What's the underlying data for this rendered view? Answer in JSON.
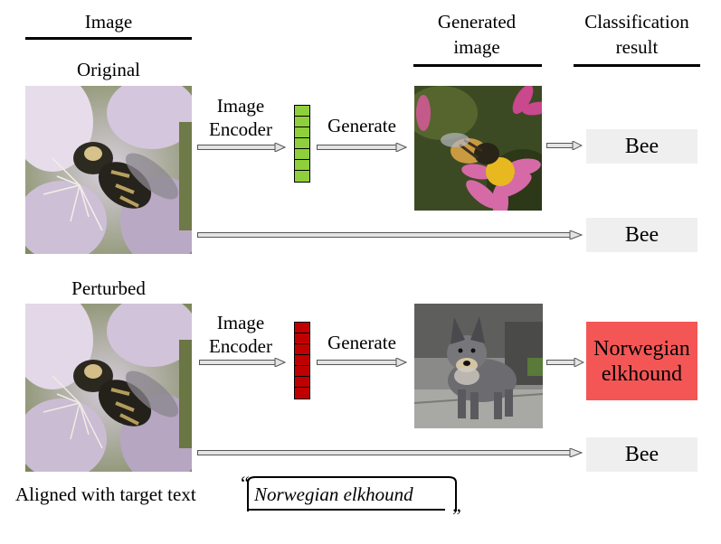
{
  "headers": {
    "image": "Image",
    "generated": [
      "Generated",
      "image"
    ],
    "classification": [
      "Classification",
      "result"
    ]
  },
  "rows": {
    "original": {
      "label": "Original",
      "encoder_label": [
        "Image",
        "Encoder"
      ],
      "generate_label": "Generate",
      "encoder_color": "#8fcf3c",
      "result_generated": "Bee",
      "result_direct": "Bee"
    },
    "perturbed": {
      "label": "Perturbed",
      "encoder_label": [
        "Image",
        "Encoder"
      ],
      "generate_label": "Generate",
      "encoder_color": "#c00000",
      "result_generated": [
        "Norwegian",
        "elkhound"
      ],
      "result_generated_color": "#f45656",
      "result_direct": "Bee"
    }
  },
  "footer": {
    "prefix": "Aligned with target text",
    "open_quote": "“",
    "target": "Norwegian elkhound",
    "close_quote": "”"
  }
}
